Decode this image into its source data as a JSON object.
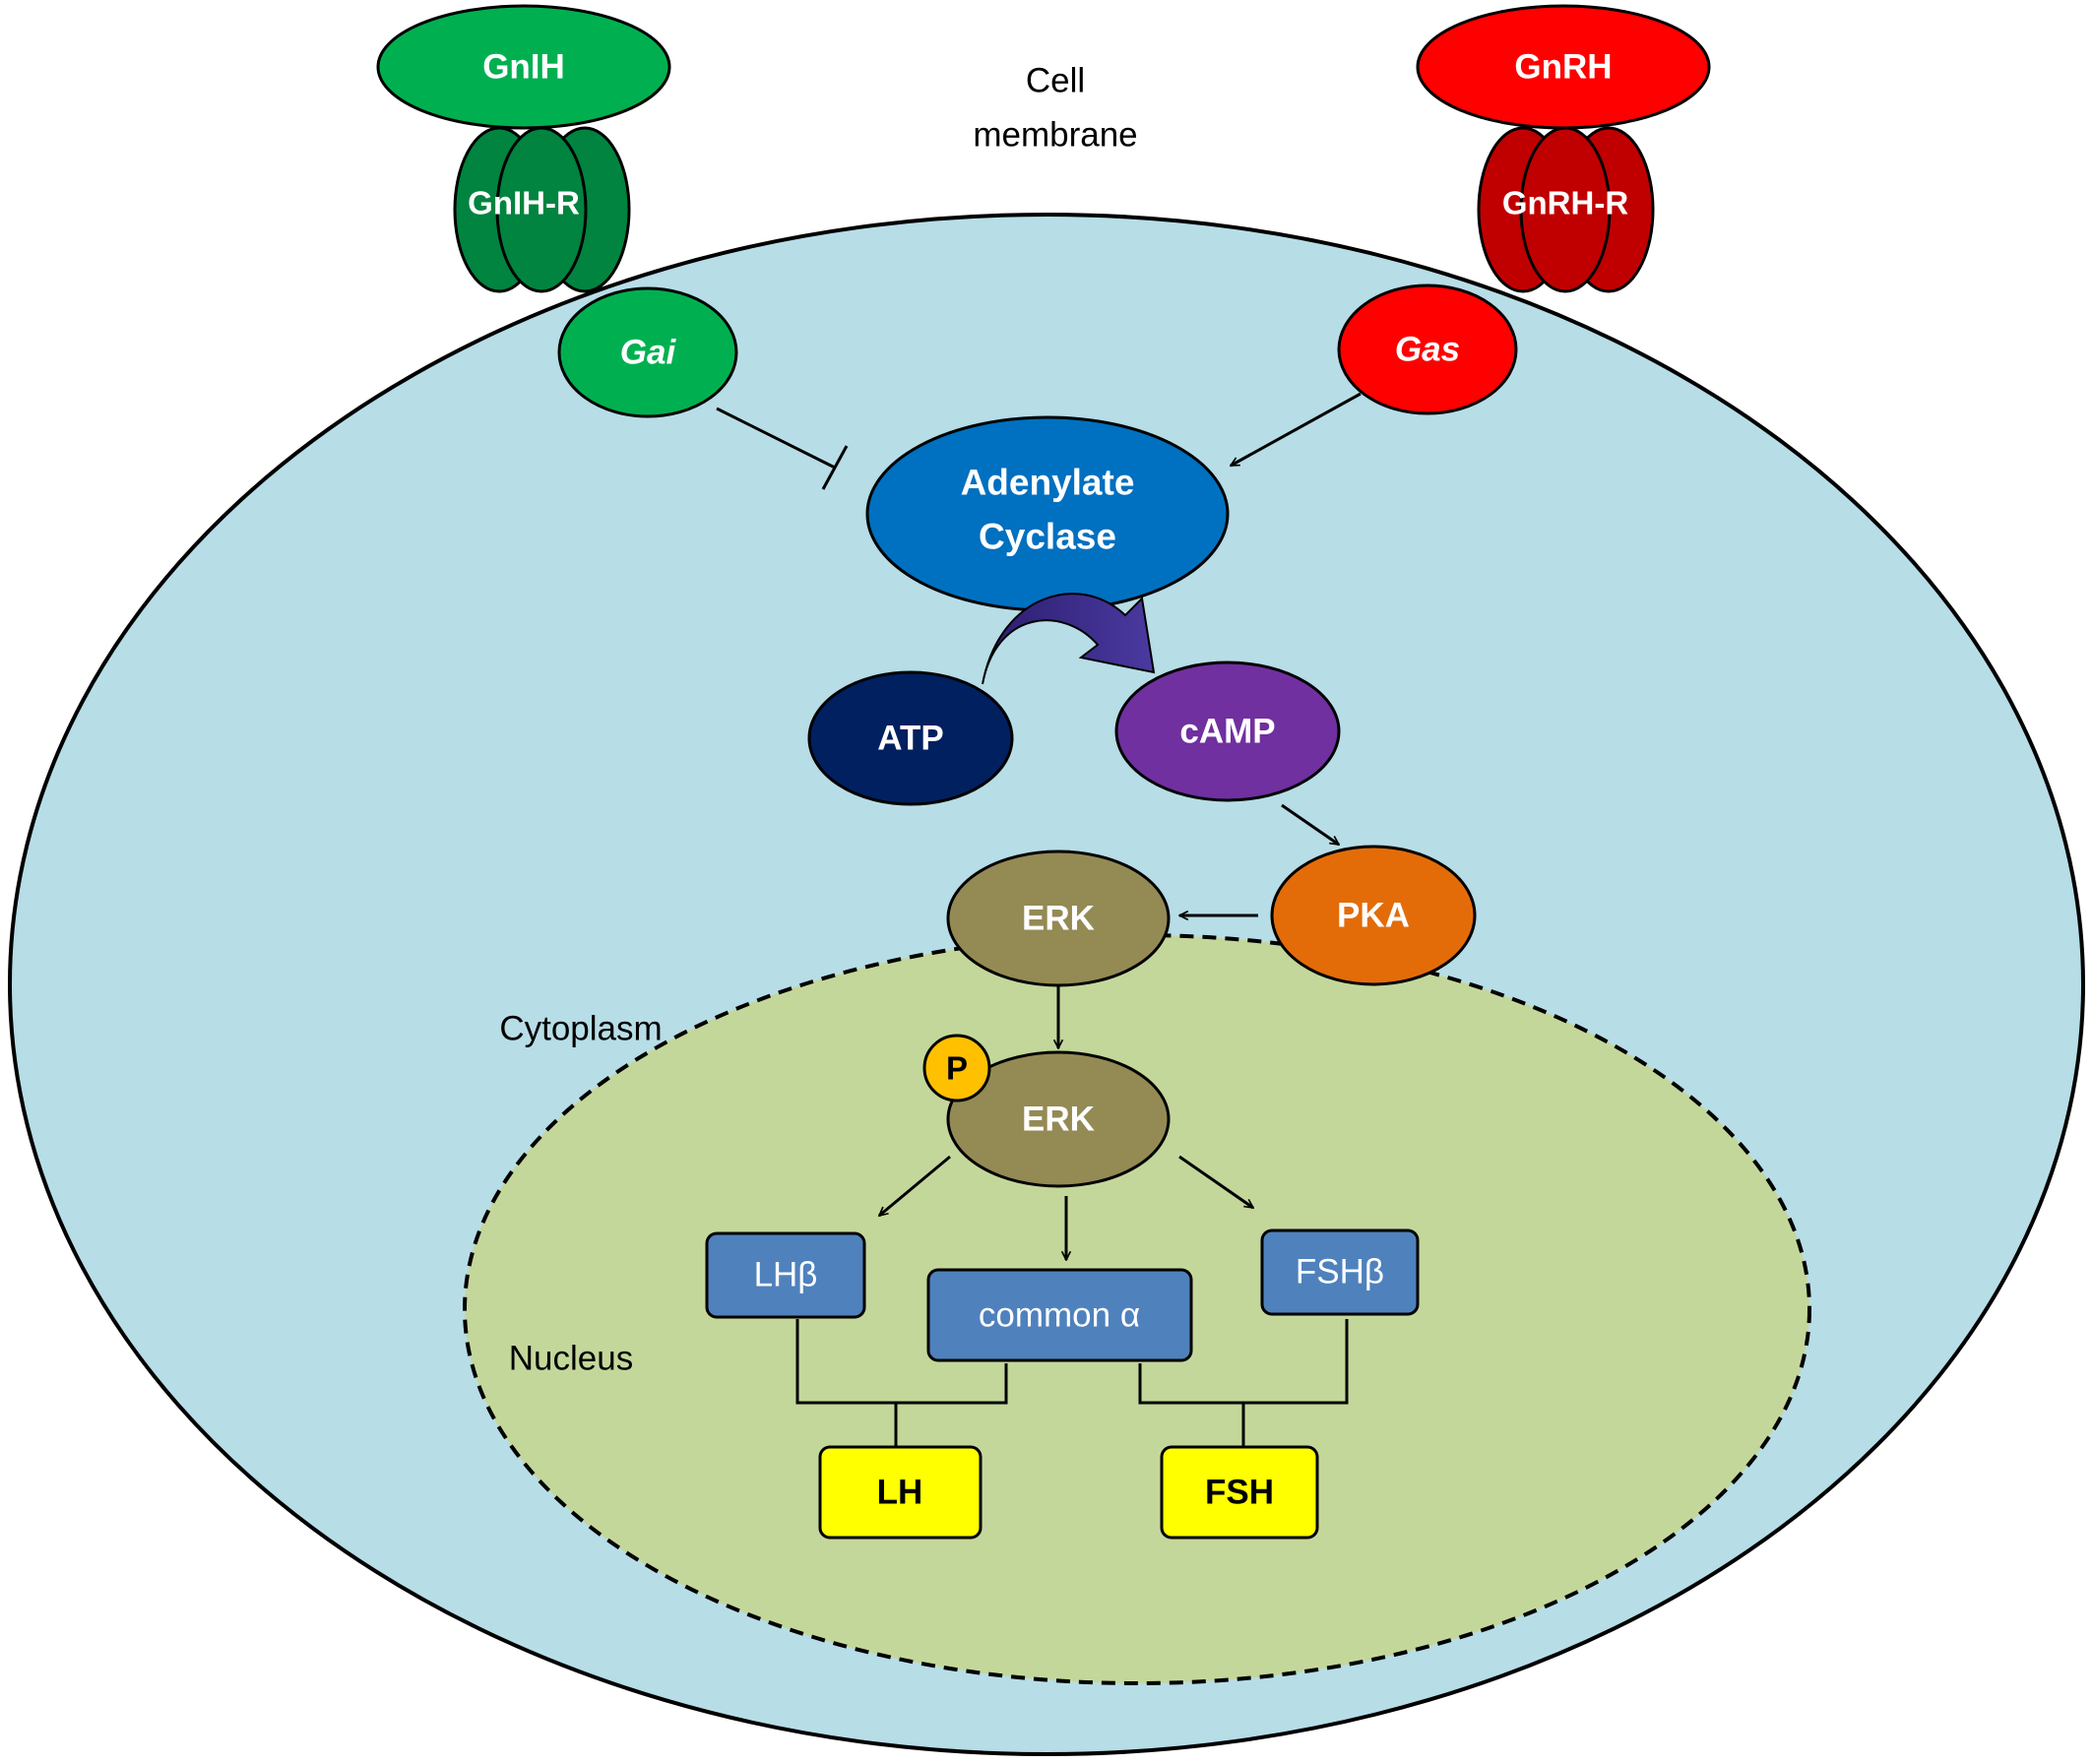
{
  "labels": {
    "gnih": "GnIH",
    "gnih_r": "GnIH-R",
    "gai": "Gai",
    "gnrh": "GnRH",
    "gnrh_r": "GnRH-R",
    "gas": "Gas",
    "cell_membrane_line1": "Cell",
    "cell_membrane_line2": "membrane",
    "adenylate_line1": "Adenylate",
    "adenylate_line2": "Cyclase",
    "atp": "ATP",
    "camp": "cAMP",
    "pka": "PKA",
    "erk": "ERK",
    "p": "P",
    "erk_p": "ERK",
    "cytoplasm": "Cytoplasm",
    "nucleus": "Nucleus",
    "lhb": "LHβ",
    "common_a": "common α",
    "fshb": "FSHβ",
    "lh": "LH",
    "fsh": "FSH"
  },
  "colors": {
    "cell": "#b7dde7",
    "nucleus": "#c4d79b",
    "green_light": "#00b050",
    "green_dark": "#008040",
    "red_light": "#ff0000",
    "red_dark": "#c00000",
    "adenylate": "#0070c0",
    "atp": "#002060",
    "camp": "#7030a0",
    "pka": "#e36c09",
    "erk": "#948a54",
    "phospho": "#ffc000",
    "gene_box": "#4f81bd",
    "hormone_box": "#ffff00",
    "curved_arrow": "#2e2370"
  }
}
